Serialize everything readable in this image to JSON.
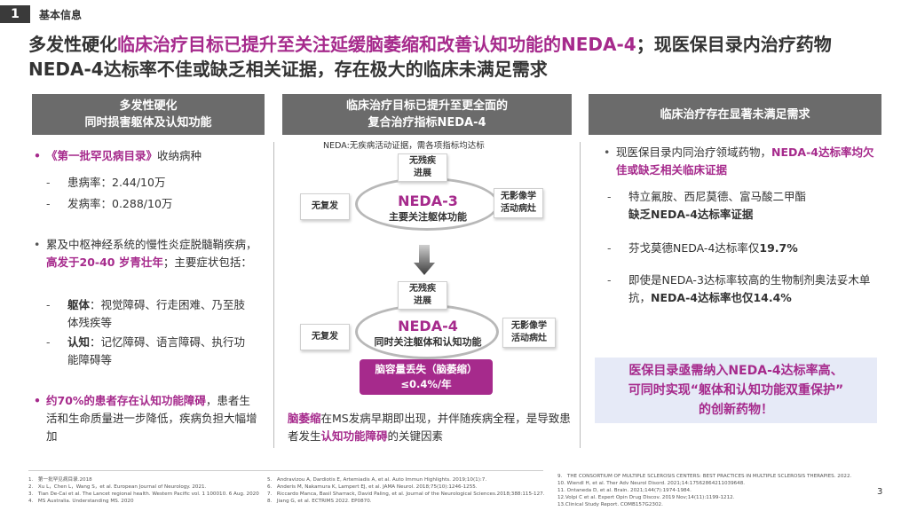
{
  "section": {
    "number": "1",
    "label": "基本信息"
  },
  "title": {
    "part1": "多发性硬化",
    "part2": "临床治疗目标已提升至关注延缓脑萎缩和改善认知功能的NEDA-4",
    "part3": "；现医保目录内治疗药物NEDA-4达标率不佳或缺乏相关证据，存在极大的临床未满足需求"
  },
  "columns": [
    {
      "line1": "多发性硬化",
      "line2": "同时损害躯体及认知功能"
    },
    {
      "line1": "临床治疗目标已提升至更全面的",
      "line2": "复合治疗指标NEDA-4"
    },
    {
      "line1": "临床治疗存在显著未满足需求",
      "line2": ""
    }
  ],
  "left": {
    "b1_pink": "《第一批罕见病目录》",
    "b1_text": "收纳病种",
    "d1": "患病率：2.44/10万",
    "d2": "发病率：0.288/10万",
    "b2_text1": "累及中枢神经系统的慢性炎症脱髓鞘疾病，",
    "b2_pink": "高发于20-40 岁青壮年",
    "b2_text2": "；主要症状包括：",
    "d3_bold": "躯体",
    "d3_text": "：视觉障碍、行走困难、乃至肢体残疾等",
    "d4_bold": "认知",
    "d4_text": "：记忆障碍、语言障碍、执行功能障碍等",
    "b3_pink": "约70%的患者存在认知功能障碍",
    "b3_text": "，患者生活和生命质量进一步降低，疾病负担大幅增加"
  },
  "middle": {
    "neda_head": "NEDA:无疾病活动证据，需各项指标均达标",
    "n_top1_a": "无残疾",
    "n_top1_b": "进展",
    "n_left1": "无复发",
    "n_right1_a": "无影像学",
    "n_right1_b": "活动病灶",
    "c1_big": "NEDA-3",
    "c1_sub": "主要关注躯体功能",
    "n_top2_a": "无残疾",
    "n_top2_b": "进展",
    "n_left2": "无复发",
    "n_right2_a": "无影像学",
    "n_right2_b": "活动病灶",
    "c2_big": "NEDA-4",
    "c2_sub": "同时关注躯体和认知功能",
    "atrophy_a": "脑容量丢失（脑萎缩）",
    "atrophy_b": "≤0.4%/年",
    "bottom_pink1": "脑萎缩",
    "bottom_text1": "在MS发病早期即出现，并伴随疾病全程，是导致患者发生",
    "bottom_pink2": "认知功能障碍",
    "bottom_text2": "的关键因素"
  },
  "right": {
    "b1_text": "现医保目录内同治疗领域药物，",
    "b1_pink": "NEDA-4达标率均欠佳或缺乏相关临床证据",
    "d1_text": "特立氟胺、西尼莫德、富马酸二甲酯",
    "d1_bold": "缺乏NEDA-4达标率证据",
    "d2_text": "芬戈莫德NEDA-4达标率仅",
    "d2_bold": "19.7%",
    "d3_text": "即使是NEDA-3达标率较高的生物制剂奥法妥木单抗，",
    "d3_bold": "NEDA-4达标率也仅14.4%",
    "callout1": "医保目录亟需纳入NEDA-4达标率高、",
    "callout2": "可同时实现“躯体和认知功能双重保护”",
    "callout3": "的创新药物！"
  },
  "refs1": [
    "1.　第一批罕见病目录.2018",
    "2.　Xu L，Chen L，Wang S，et al. European Journal of Neurology. 2021.",
    "3.　Tian De-Cai et al. The Lancet regional health. Western Pacific vol. 1 100010. 6 Aug. 2020",
    "4.　MS Australia. Understanding MS. 2020"
  ],
  "refs2": [
    "5.　Andravizou A, Dardiotis E, Artemiadis A, et al. Auto Immun Highlights. 2019;10(1):7.",
    "6.　Anderis M, Nakamura K, Lampert EJ, et al. JAMA Neurol. 2018;75(10):1246-1255.",
    "7.　Riccardo Manca, Basil Sharrack, David Paling, et al. Journal of the Neurological Sciences.2018;388:115-127.",
    "8.　Jiang G, et al. ECTRIMS 2022. EP0870."
  ],
  "refs3": [
    "9.　THE CONSORTIUM OF MULTIPLE SCLEROSIS CENTERS: BEST PRACTICES IN MULTIPLE SCLEROSIS THERAPIES. 2022.",
    "10. Wiendl H, et al. Ther Adv Neurol Disord. 2021;14:17562864211039648.",
    "11. Ontaneda D, et al. Brain. 2021;144(7):1974-1984.",
    "12.Volpi C et al. Expert Opin Drug Discov. 2019 Nov;14(11):1199-1212.",
    "13.Clinical Study Report. COMB157G2302."
  ],
  "page_number": "3",
  "colors": {
    "accent": "#a62a8c",
    "header_bg": "#6b6b6b",
    "callout_bg": "#e6eaf7"
  }
}
